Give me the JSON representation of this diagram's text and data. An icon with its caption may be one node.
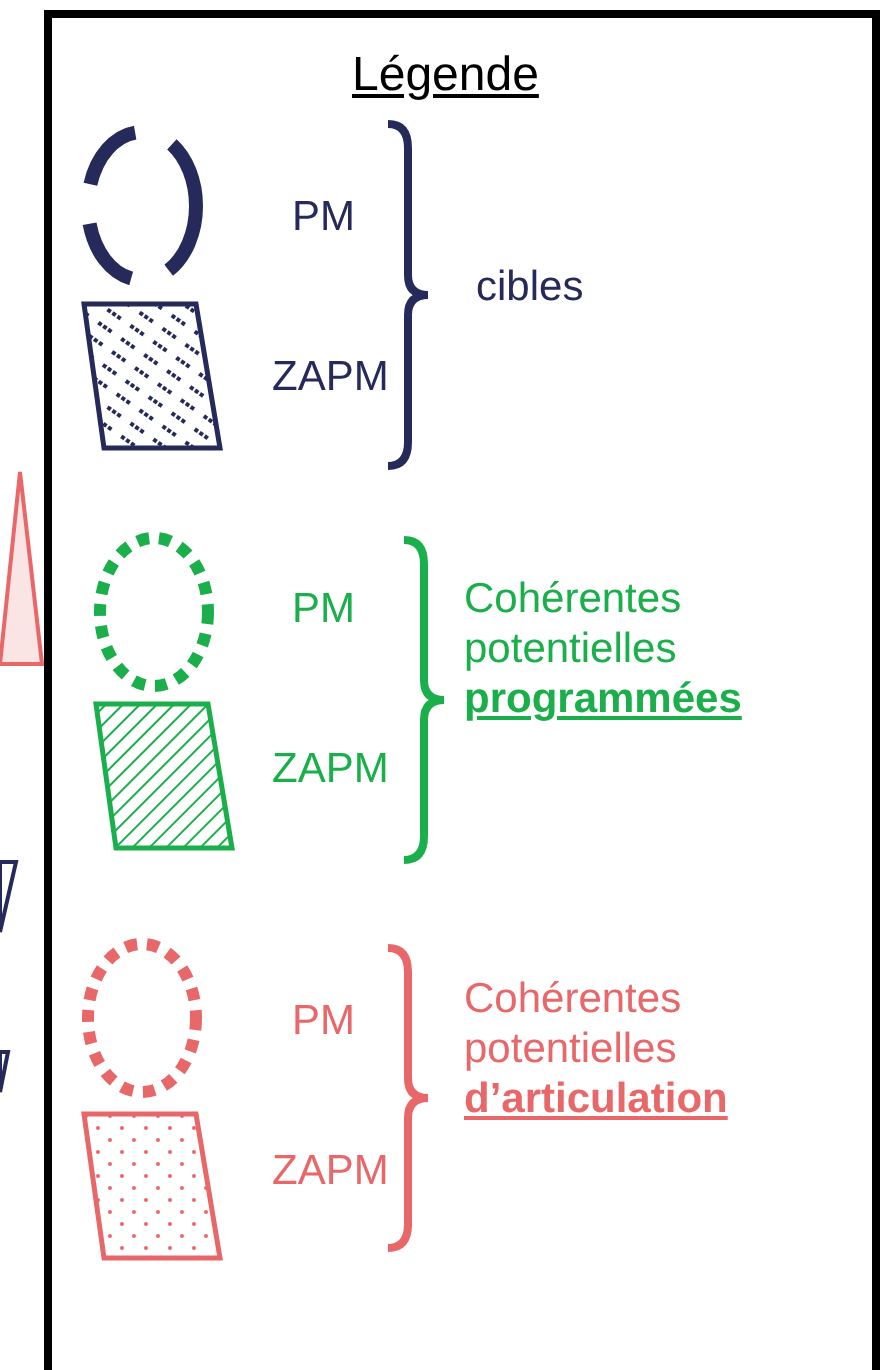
{
  "diagram": {
    "title": "Légende",
    "legend": [
      {
        "text": "PM"
      },
      {
        "text": "ZAPM"
      },
      {
        "text": "PM"
      },
      {
        "text": "ZAPM"
      },
      {
        "text": "PM"
      },
      {
        "text": "ZAPM"
      }
    ],
    "labels": [
      "cibles",
      "Cohérentes potentielles **programmées**",
      "Cohérentes potentielles **d’articulation**"
    ]
  }
}
